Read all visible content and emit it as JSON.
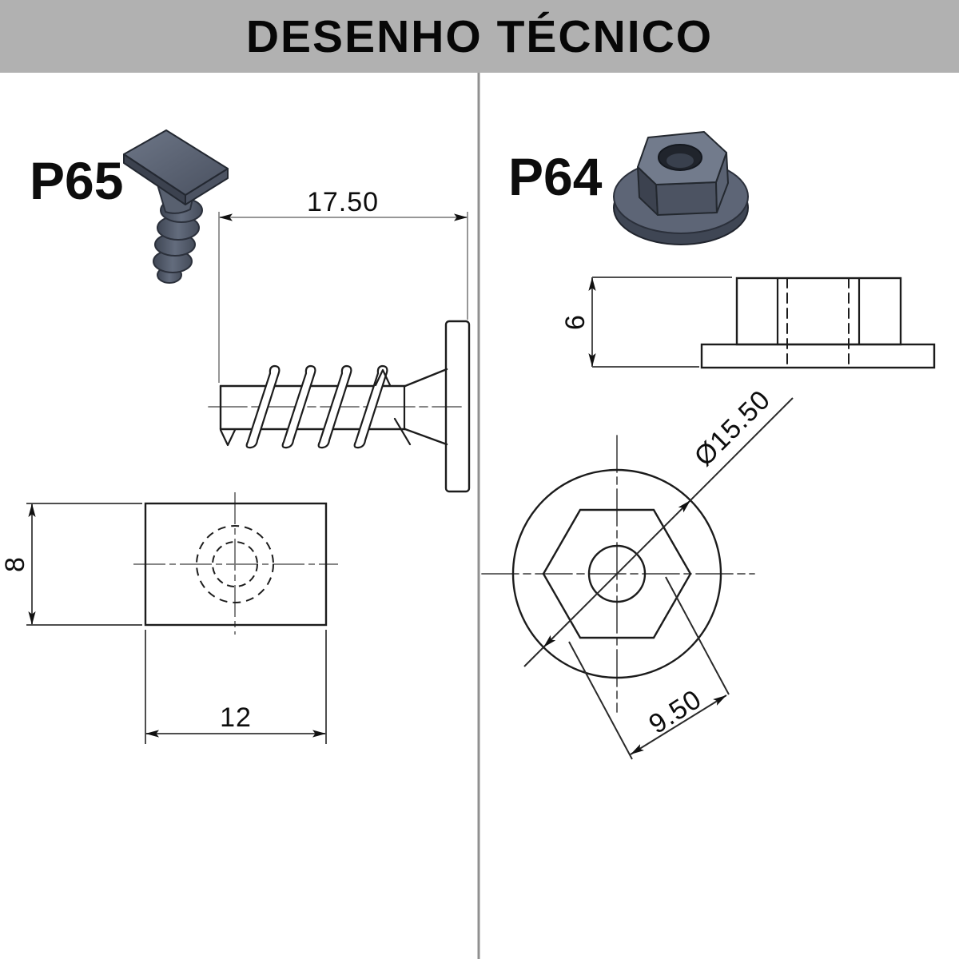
{
  "title": "DESENHO TÉCNICO",
  "colors": {
    "banner_bg": "#B1B1B1",
    "divider": "#909090",
    "outline": "#1c1c1c",
    "dimension_line_light": "#979797",
    "dimension_line_dark": "#4e4e4e",
    "centerline": "#757575",
    "render_light": "#727b8c",
    "render_mid": "#525a69",
    "render_dark": "#3c424f",
    "render_darkest": "#20242c"
  },
  "parts": {
    "p65": {
      "code": "P65",
      "type": "countersunk-screw",
      "dims": {
        "length": "17.50",
        "height": "8",
        "width": "12"
      }
    },
    "p64": {
      "code": "P64",
      "type": "hex-flange-nut",
      "dims": {
        "height": "6",
        "flange_diameter": "Ø15.50",
        "across_flats": "9.50"
      }
    }
  }
}
